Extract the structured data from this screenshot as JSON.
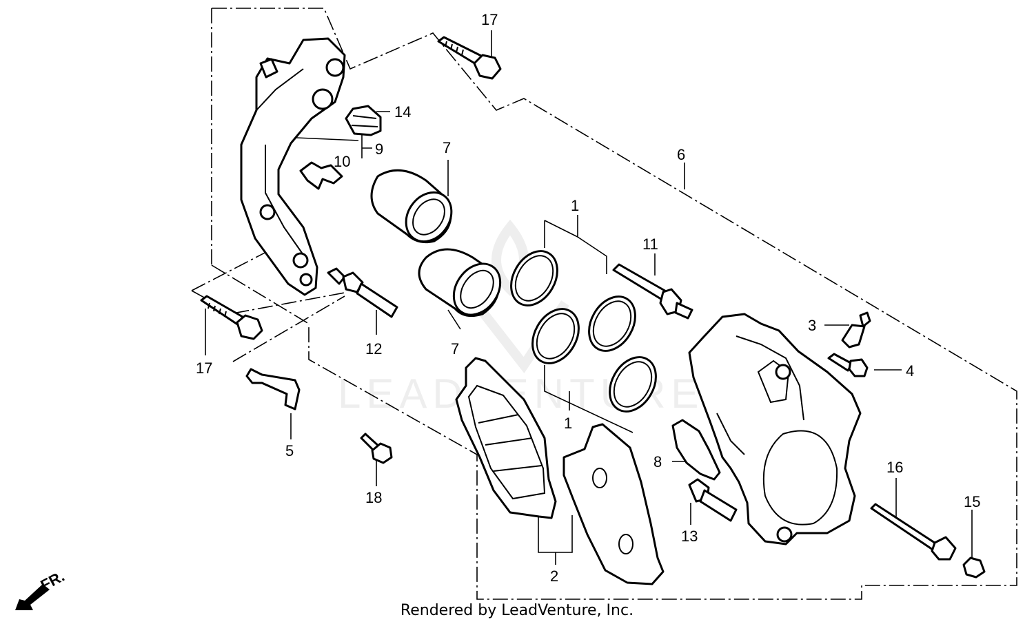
{
  "watermark": "LEADVENTURE",
  "footer": "Rendered by LeadVenture, Inc.",
  "direction_label": "FR.",
  "callouts": {
    "c1a": "1",
    "c1b": "1",
    "c2": "2",
    "c3": "3",
    "c4": "4",
    "c5": "5",
    "c6": "6",
    "c7a": "7",
    "c7b": "7",
    "c8": "8",
    "c9": "9",
    "c10": "10",
    "c11": "11",
    "c12": "12",
    "c13": "13",
    "c14": "14",
    "c15": "15",
    "c16": "16",
    "c17a": "17",
    "c17b": "17",
    "c18": "18"
  }
}
